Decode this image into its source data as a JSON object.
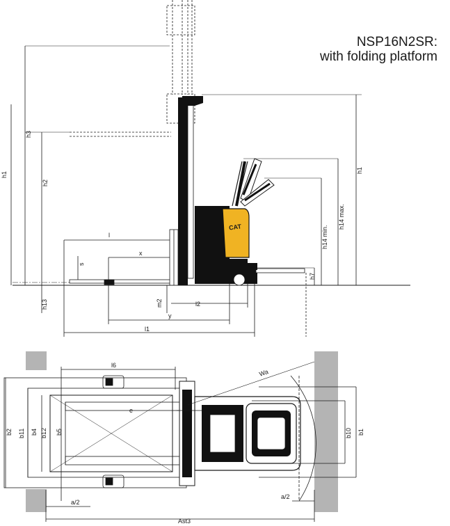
{
  "title": {
    "model": "NSP16N2SR:",
    "variant": "with folding platform"
  },
  "brand": {
    "logo_text": "CAT"
  },
  "side_view_labels": {
    "h1_left": "h1",
    "h1_right": "h1",
    "h2": "h2",
    "h3": "h3",
    "h13": "h13",
    "h14_min": "h14 min.",
    "h14_max": "h14 max.",
    "h7": "h7",
    "l": "l",
    "x": "x",
    "s": "s",
    "m2": "m2",
    "l2": "l2",
    "y": "y",
    "l1": "l1"
  },
  "top_view_labels": {
    "l6": "l6",
    "wa": "Wa",
    "e": "e",
    "b2": "b2",
    "b11": "b11",
    "b12": "b12",
    "b4": "b4",
    "b5": "b5",
    "b10": "b10",
    "b1": "b1",
    "a2_left": "a/2",
    "a2_right": "a/2",
    "ast3": "Ast3"
  },
  "colors": {
    "line": "#1a1a1a",
    "truck_body": "#111111",
    "accent_yellow": "#f0b323",
    "aisle_gray": "#b4b4b4"
  }
}
